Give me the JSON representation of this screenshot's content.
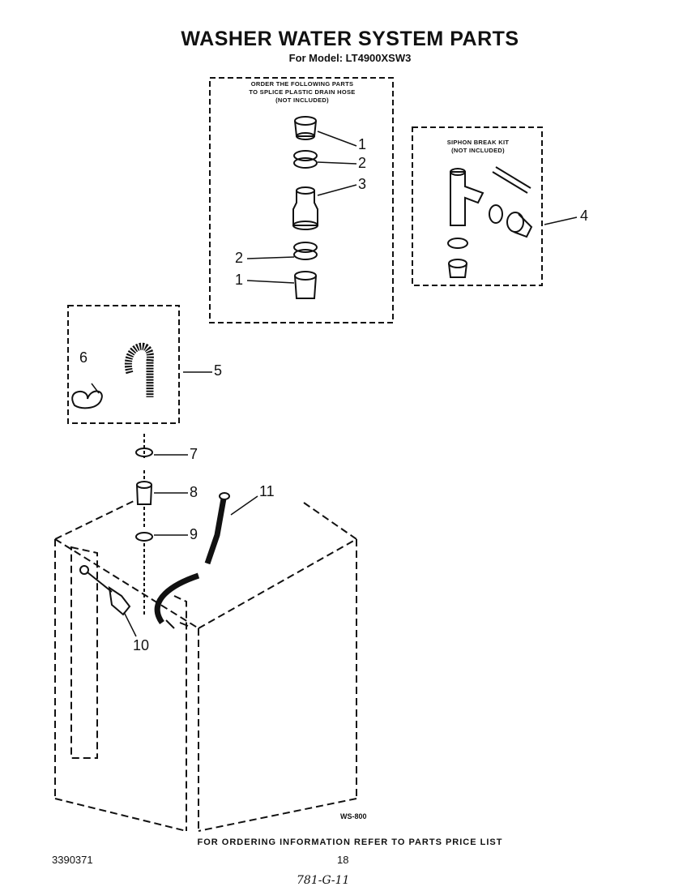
{
  "header": {
    "title": "WASHER WATER SYSTEM PARTS",
    "subtitle": "For Model: LT4900XSW3"
  },
  "boxes": {
    "splice_note": [
      "ORDER THE FOLLOWING PARTS",
      "TO SPLICE PLASTIC DRAIN HOSE",
      "(NOT INCLUDED)"
    ],
    "siphon_note": [
      "SIPHON BREAK KIT",
      "(NOT INCLUDED)"
    ]
  },
  "callouts": {
    "c1a": "1",
    "c2a": "2",
    "c3": "3",
    "c2b": "2",
    "c1b": "1",
    "c4": "4",
    "c5": "5",
    "c6": "6",
    "c7": "7",
    "c8": "8",
    "c9": "9",
    "c10": "10",
    "c11": "11"
  },
  "diagram_code": "WS-800",
  "footer": {
    "ordering_note": "FOR ORDERING INFORMATION REFER TO PARTS PRICE LIST",
    "doc_number": "3390371",
    "page_number": "18",
    "handwritten": "781-G-11"
  }
}
